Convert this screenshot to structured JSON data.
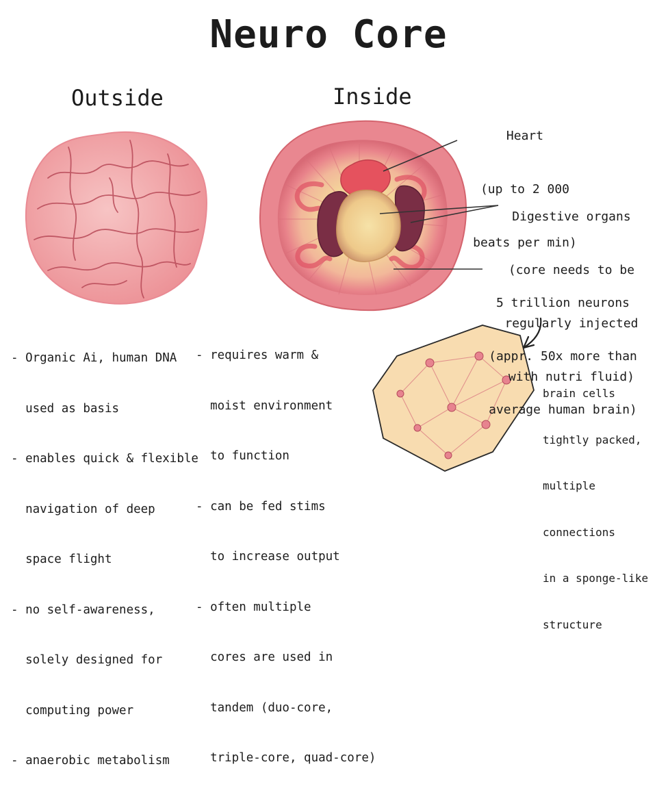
{
  "title": "Neuro Core",
  "outside": {
    "heading": "Outside",
    "notes": [
      "- Organic Ai, human DNA",
      "  used as basis",
      "- enables quick & flexible",
      "  navigation of deep",
      "  space flight",
      "- no self-awareness,",
      "  solely designed for",
      "  computing power",
      "- anaerobic metabolism"
    ]
  },
  "inside": {
    "heading": "Inside",
    "notes": [
      "- requires warm &",
      "  moist environment",
      "  to function",
      "- can be fed stims",
      "  to increase output",
      "- often multiple",
      "  cores are used in",
      "  tandem (duo-core,",
      "  triple-core, quad-core)"
    ]
  },
  "labels": {
    "heart": [
      "Heart",
      "(up to 2 000",
      "beats per min)"
    ],
    "digestive": [
      "Digestive organs",
      "(core needs to be",
      "regularly injected",
      "with nutri fluid)"
    ],
    "neurons": [
      "5 trillion neurons",
      "(appr. 50x more than",
      "average human brain)"
    ]
  },
  "brain_cells": [
    "brain cells",
    "tightly packed,",
    "multiple",
    "connections",
    "in a sponge-like",
    "structure"
  ],
  "colors": {
    "outer_pink": "#f2a5a8",
    "vein": "#b84a58",
    "ring_red": "#e0707a",
    "yellow_tissue": "#f3d49a",
    "heart": "#e5525e",
    "digestive": "#7a2e45",
    "core_center": "#f0d08a",
    "cell_bg": "#f8dcb0"
  }
}
